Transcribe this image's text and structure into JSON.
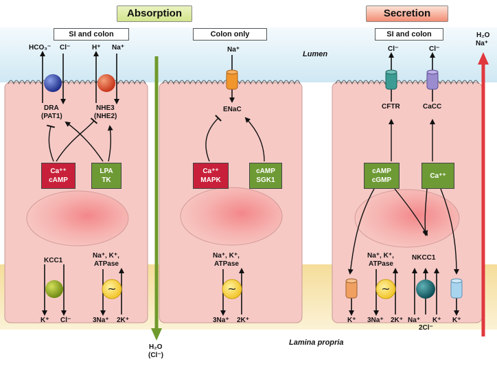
{
  "headers": {
    "absorption": "Absorption",
    "secretion": "Secretion"
  },
  "subheaders": {
    "left": "SI and colon",
    "middle": "Colon only",
    "right": "SI and colon"
  },
  "regions": {
    "lumen": "Lumen",
    "lamina_propria": "Lamina propria"
  },
  "flow_labels": {
    "absorption_line1": "H₂O",
    "absorption_line2": "(Cl⁻)",
    "secretion_line1": "H₂O",
    "secretion_line2": "Na⁺"
  },
  "cell1": {
    "apical_ions": [
      "HCO₃⁻",
      "Cl⁻",
      "H⁺",
      "Na⁺"
    ],
    "dra_line1": "DRA",
    "dra_line2": "(PAT1)",
    "nhe3_line1": "NHE3",
    "nhe3_line2": "(NHE2)",
    "reg_left_line1": "Ca⁺⁺",
    "reg_left_line2": "cAMP",
    "reg_right_line1": "LPA",
    "reg_right_line2": "TK",
    "kcc1": "KCC1",
    "pump_line1": "Na⁺, K⁺,",
    "pump_line2": "ATPase",
    "basal_ions": [
      "K⁺",
      "Cl⁻",
      "3Na⁺",
      "2K⁺"
    ]
  },
  "cell2": {
    "apical_ion": "Na⁺",
    "channel": "ENaC",
    "reg_left_line1": "Ca⁺⁺",
    "reg_left_line2": "MAPK",
    "reg_right_line1": "cAMP",
    "reg_right_line2": "SGK1",
    "pump_line1": "Na⁺, K⁺,",
    "pump_line2": "ATPase",
    "basal_ions": [
      "3Na⁺",
      "2K⁺"
    ]
  },
  "cell3": {
    "apical_ions": [
      "Cl⁻",
      "Cl⁻"
    ],
    "cftr": "CFTR",
    "cacc": "CaCC",
    "reg_left_line1": "cAMP",
    "reg_left_line2": "cGMP",
    "reg_right": "Ca⁺⁺",
    "pump_line1": "Na⁺, K⁺,",
    "pump_line2": "ATPase",
    "nkcc1": "NKCC1",
    "basal_ions": [
      "K⁺",
      "3Na⁺",
      "2K⁺",
      "Na⁺",
      "2Cl⁻",
      "K⁺",
      "K⁺"
    ]
  },
  "colors": {
    "cell": "#f6c9c5",
    "lumen": "#d8eef7",
    "lamina": "#f6e3a8",
    "red_box": "#c8203a",
    "green_box": "#6e9a35",
    "absorption_arrow": "#6f9a2c",
    "secretion_arrow": "#e0383e"
  }
}
